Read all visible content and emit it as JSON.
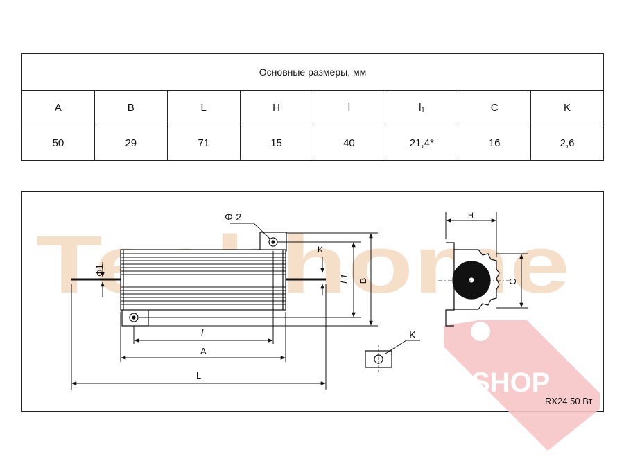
{
  "table": {
    "title": "Основные размеры,  мм",
    "headers": [
      "A",
      "B",
      "L",
      "H",
      "l",
      "l₁",
      "C",
      "K"
    ],
    "values": [
      "50",
      "29",
      "71",
      "15",
      "40",
      "21,4*",
      "16",
      "2,6"
    ]
  },
  "drawing": {
    "labels": {
      "phi2": "Φ 2",
      "phi1": "Φ1",
      "K_top": "K",
      "l1": "l 1",
      "B": "B",
      "l": "l",
      "A": "A",
      "L": "L",
      "H": "H",
      "C": "C",
      "K_detail": "K"
    },
    "model": "RX24 50 Вт"
  },
  "watermark": {
    "brand": "Techhome",
    "tag": "SHOP",
    "colors": {
      "text": "#f6dcc4",
      "tag": "#f7c6c6"
    }
  }
}
